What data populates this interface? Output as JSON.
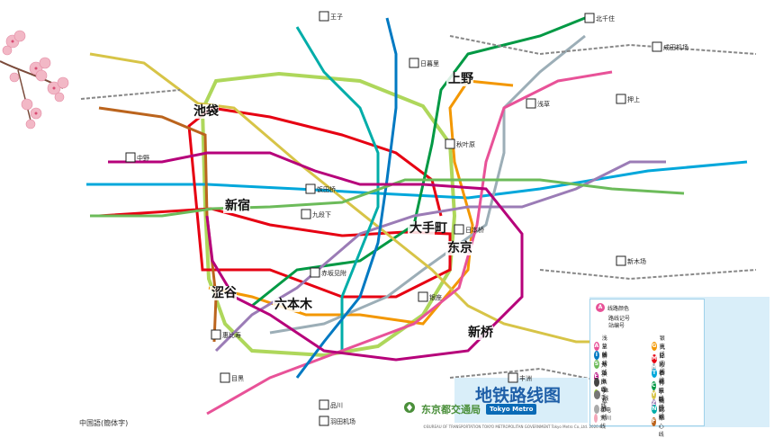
{
  "map": {
    "title": "地铁路线图",
    "operator_name": "东京都交通局",
    "metro_brand": "Tokyo Metro",
    "footer_left": "中国語(簡体字)",
    "footer_copyright": "©BUREAU OF TRANSPORTATION TOKYO METROPOLITAN GOVERNMENT  Tokyo Metro Co.,Ltd.  2020.6"
  },
  "major_stations": [
    {
      "name": "池袋"
    },
    {
      "name": "新宿"
    },
    {
      "name": "涩谷"
    },
    {
      "name": "上野"
    },
    {
      "name": "东京"
    },
    {
      "name": "大手町"
    },
    {
      "name": "新桥"
    },
    {
      "name": "六本木"
    }
  ],
  "stations": [
    {
      "name": "王子"
    },
    {
      "name": "北千住"
    },
    {
      "name": "成田机场"
    },
    {
      "name": "羽田机场"
    },
    {
      "name": "浅草"
    },
    {
      "name": "银座"
    },
    {
      "name": "日本桥"
    },
    {
      "name": "秋叶原"
    },
    {
      "name": "饭田桥"
    },
    {
      "name": "九段下"
    },
    {
      "name": "赤坂见附"
    },
    {
      "name": "目黑"
    },
    {
      "name": "品川"
    },
    {
      "name": "押上"
    },
    {
      "name": "日暮里"
    },
    {
      "name": "中野"
    },
    {
      "name": "惠比寿"
    },
    {
      "name": "丰洲"
    },
    {
      "name": "新木场"
    }
  ],
  "legend": {
    "header_label": "线路颜色",
    "route_num_label": "路线记号",
    "station_num_label": "站编号",
    "sample_code": "A 06",
    "lines_left": [
      {
        "code": "A",
        "name": "浅草线",
        "color": "#e85298"
      },
      {
        "code": "I",
        "name": "三田线",
        "color": "#0079c2"
      },
      {
        "code": "S",
        "name": "新宿线",
        "color": "#6cbb5a"
      },
      {
        "code": "E",
        "name": "大江户线",
        "color": "#b6007a"
      },
      {
        "code": "",
        "name": "换乘站",
        "color": "#444444"
      },
      {
        "code": "",
        "name": "JR山手线",
        "color": "#9acd32"
      },
      {
        "code": "",
        "name": "JR线",
        "color": "#777777"
      },
      {
        "code": "",
        "name": "私铁线",
        "color": "#aaaaaa"
      },
      {
        "code": "",
        "name": "都电荒川线",
        "color": "#f4a7b9"
      }
    ],
    "lines_right": [
      {
        "code": "G",
        "name": "银座线",
        "color": "#f39700"
      },
      {
        "code": "M",
        "name": "丸之内线",
        "color": "#e60012"
      },
      {
        "code": "H",
        "name": "日比谷线",
        "color": "#9caeb7"
      },
      {
        "code": "T",
        "name": "东西线",
        "color": "#00a7db"
      },
      {
        "code": "C",
        "name": "千代田线",
        "color": "#009944"
      },
      {
        "code": "Y",
        "name": "有乐町线",
        "color": "#d7c447"
      },
      {
        "code": "Z",
        "name": "半藏门线",
        "color": "#9b7cb6"
      },
      {
        "code": "N",
        "name": "南北线",
        "color": "#00ada9"
      },
      {
        "code": "F",
        "name": "副都心线",
        "color": "#bb641d"
      }
    ]
  },
  "colors": {
    "asakusa": "#e85298",
    "mita": "#0079c2",
    "shinjuku": "#6cbb5a",
    "oedo": "#b6007a",
    "ginza": "#f39700",
    "marunouchi": "#e60012",
    "hibiya": "#9caeb7",
    "tozai": "#00a7db",
    "chiyoda": "#009944",
    "yurakucho": "#d7c447",
    "hanzomon": "#9b7cb6",
    "namboku": "#00ada9",
    "fukutoshin": "#bb641d",
    "yamanote": "#9acd32"
  }
}
